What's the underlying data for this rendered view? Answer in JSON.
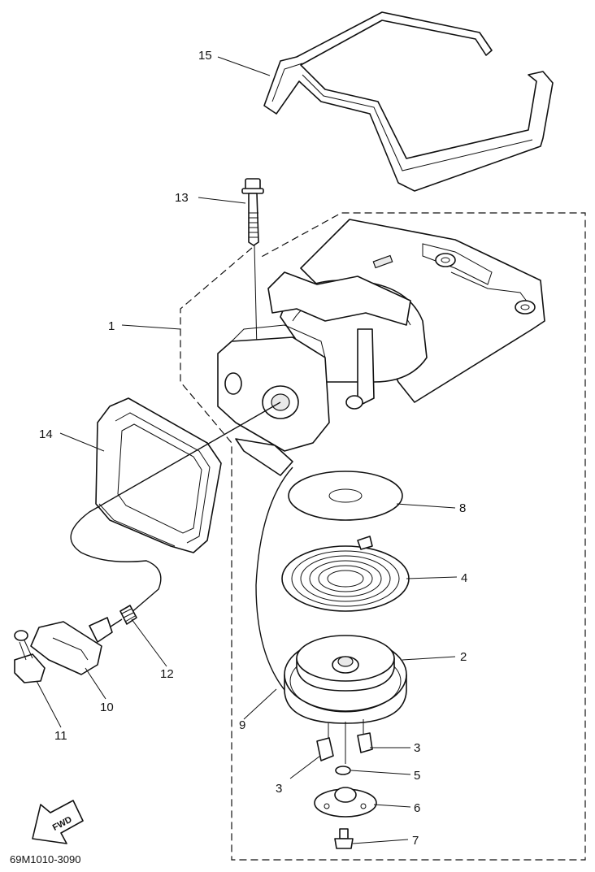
{
  "diagram": {
    "drawing_code": "69M1010-3090",
    "fwd_text": "FWD",
    "callouts": [
      {
        "id": "c1",
        "text": "1"
      },
      {
        "id": "c2",
        "text": "2"
      },
      {
        "id": "c3a",
        "text": "3"
      },
      {
        "id": "c3b",
        "text": "3"
      },
      {
        "id": "c4",
        "text": "4"
      },
      {
        "id": "c5",
        "text": "5"
      },
      {
        "id": "c6",
        "text": "6"
      },
      {
        "id": "c7",
        "text": "7"
      },
      {
        "id": "c8",
        "text": "8"
      },
      {
        "id": "c9",
        "text": "9"
      },
      {
        "id": "c10",
        "text": "10"
      },
      {
        "id": "c11",
        "text": "11"
      },
      {
        "id": "c12",
        "text": "12"
      },
      {
        "id": "c13",
        "text": "13"
      },
      {
        "id": "c14",
        "text": "14"
      },
      {
        "id": "c15",
        "text": "15"
      }
    ]
  }
}
